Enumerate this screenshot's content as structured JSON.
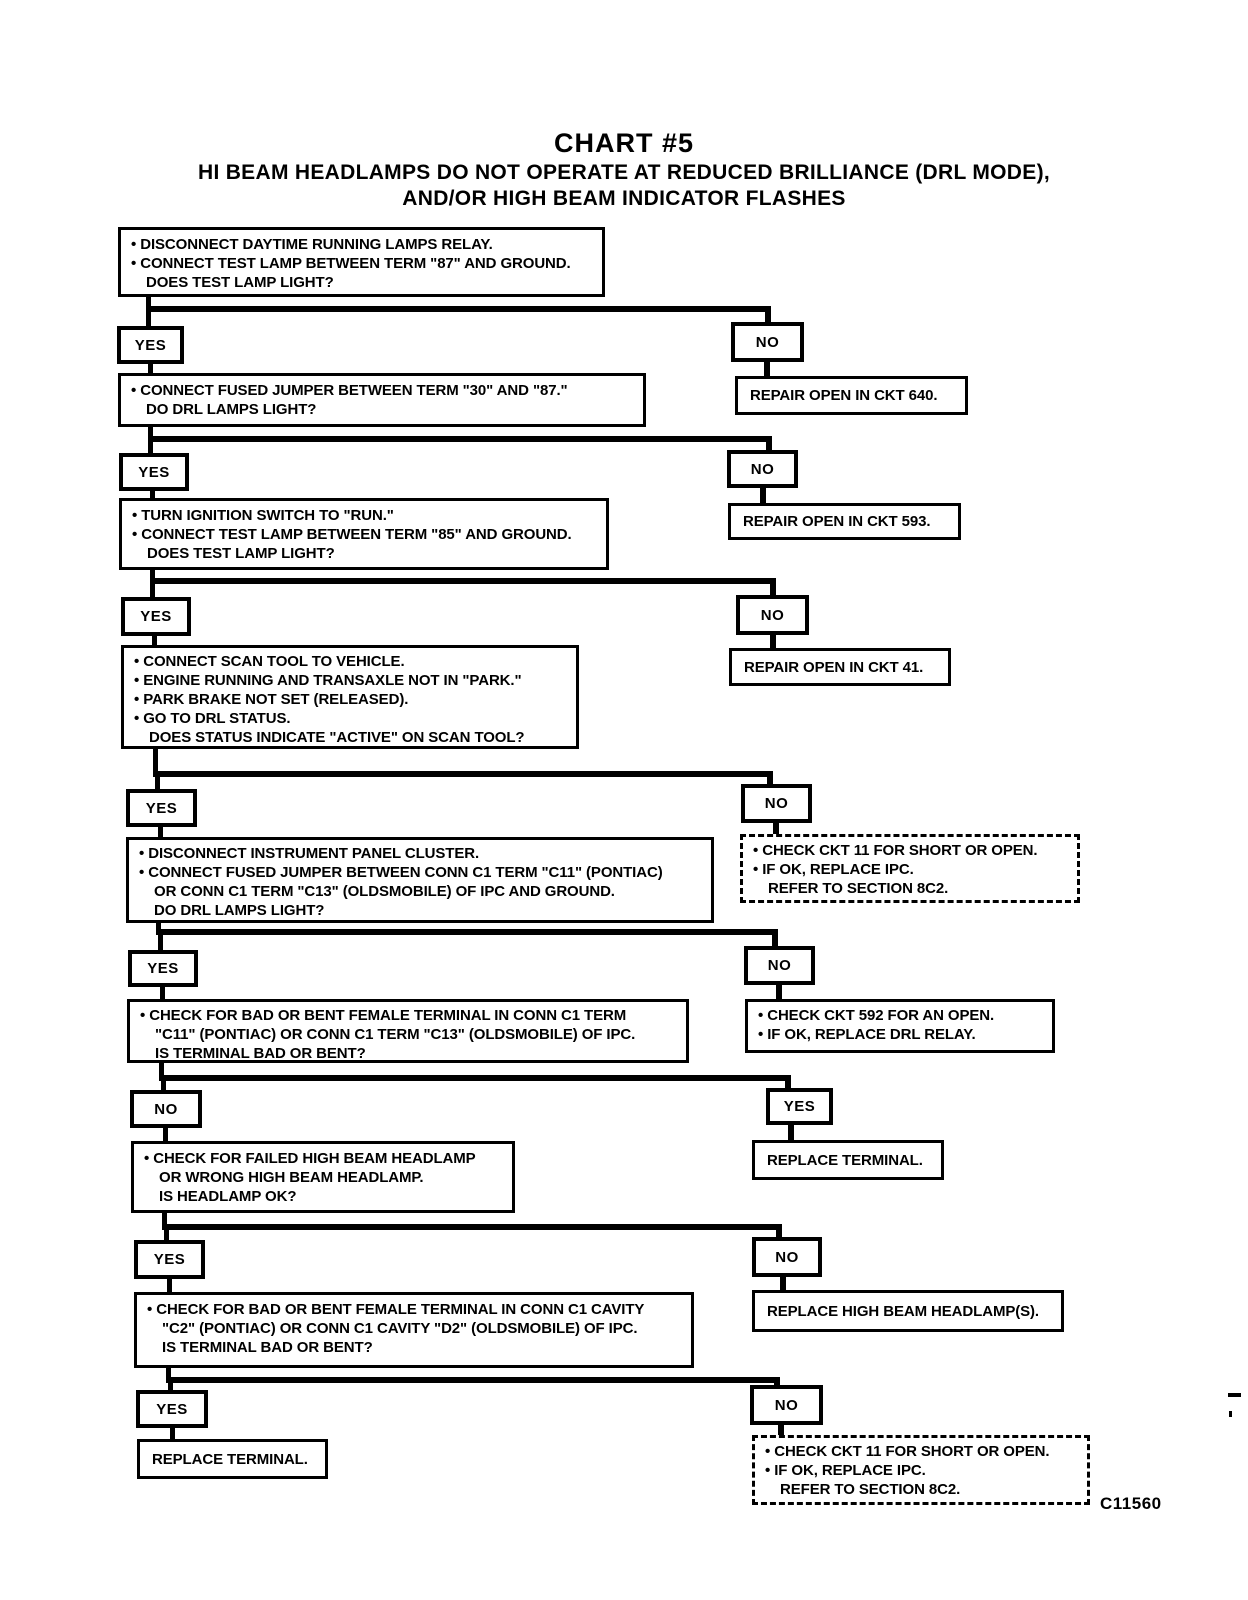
{
  "title": {
    "chart_label": "CHART #5",
    "subtitle_line1": "HI BEAM HEADLAMPS DO NOT OPERATE AT REDUCED BRILLIANCE (DRL MODE),",
    "subtitle_line2": "AND/OR HIGH BEAM INDICATOR FLASHES"
  },
  "decisions": {
    "yes": "YES",
    "no": "NO"
  },
  "steps": {
    "q1": [
      "• DISCONNECT DAYTIME RUNNING LAMPS RELAY.",
      "• CONNECT TEST LAMP BETWEEN TERM \"87\" AND GROUND.",
      "DOES TEST LAMP LIGHT?"
    ],
    "q2": [
      "• CONNECT FUSED JUMPER BETWEEN TERM \"30\" AND \"87.\"",
      "DO DRL LAMPS LIGHT?"
    ],
    "q3": [
      "• TURN IGNITION SWITCH TO \"RUN.\"",
      "• CONNECT TEST LAMP BETWEEN TERM \"85\" AND GROUND.",
      "DOES TEST LAMP LIGHT?"
    ],
    "q4": [
      "• CONNECT SCAN TOOL TO VEHICLE.",
      "• ENGINE RUNNING AND TRANSAXLE NOT IN \"PARK.\"",
      "• PARK BRAKE NOT SET (RELEASED).",
      "• GO TO DRL STATUS.",
      "DOES STATUS INDICATE \"ACTIVE\" ON SCAN TOOL?"
    ],
    "q5": [
      "• DISCONNECT INSTRUMENT PANEL CLUSTER.",
      "• CONNECT FUSED JUMPER BETWEEN CONN C1 TERM \"C11\" (PONTIAC)",
      "OR CONN C1 TERM \"C13\" (OLDSMOBILE) OF IPC AND GROUND.",
      "DO DRL LAMPS LIGHT?"
    ],
    "q6": [
      "• CHECK FOR BAD OR BENT FEMALE TERMINAL IN CONN C1 TERM",
      "\"C11\" (PONTIAC) OR CONN C1 TERM \"C13\" (OLDSMOBILE) OF IPC.",
      "IS TERMINAL BAD OR BENT?"
    ],
    "q7": [
      "• CHECK FOR FAILED HIGH BEAM HEADLAMP",
      "OR WRONG HIGH BEAM HEADLAMP.",
      "IS HEADLAMP OK?"
    ],
    "q8": [
      "• CHECK FOR BAD OR BENT FEMALE TERMINAL IN CONN C1 CAVITY",
      "\"C2\" (PONTIAC) OR CONN C1 CAVITY \"D2\" (OLDSMOBILE) OF IPC.",
      "IS TERMINAL BAD OR BENT?"
    ]
  },
  "results": {
    "repair_ckt_640": "REPAIR OPEN IN CKT 640.",
    "repair_ckt_593": "REPAIR OPEN IN CKT 593.",
    "repair_ckt_41": "REPAIR OPEN IN CKT 41.",
    "check_ckt_11": [
      "• CHECK CKT 11 FOR SHORT OR OPEN.",
      "• IF OK, REPLACE IPC.",
      "REFER TO SECTION 8C2."
    ],
    "check_ckt_592": [
      "• CHECK CKT 592 FOR AN OPEN.",
      "• IF OK, REPLACE DRL RELAY."
    ],
    "replace_terminal": "REPLACE TERMINAL.",
    "replace_headlamp": "REPLACE HIGH BEAM HEADLAMP(S)."
  },
  "figure_code": "C11560"
}
